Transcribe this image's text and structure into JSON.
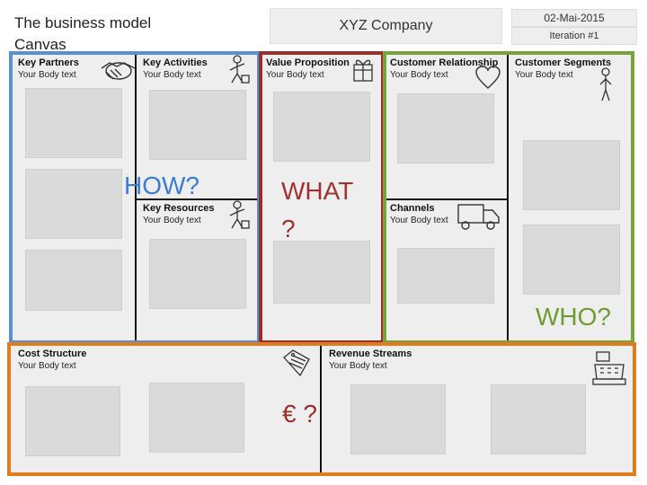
{
  "header": {
    "title": "The business model Canvas",
    "company": "XYZ Company",
    "date": "02-Mai-2015",
    "iteration": "Iteration #1"
  },
  "blocks": {
    "key_partners": {
      "heading": "Key Partners",
      "body": "Your Body text",
      "icon": "handshake-icon"
    },
    "key_activities": {
      "heading": "Key Activities",
      "body": "Your Body text",
      "icon": "worker-icon"
    },
    "key_resources": {
      "heading": "Key Resources",
      "body": "Your Body text",
      "icon": "worker-icon"
    },
    "value_proposition": {
      "heading": "Value Proposition",
      "body": "Your Body text",
      "icon": "gift-icon"
    },
    "customer_relationship": {
      "heading": "Customer Relationship",
      "body": "Your Body text",
      "icon": "heart-icon"
    },
    "channels": {
      "heading": "Channels",
      "body": "Your Body text",
      "icon": "truck-icon"
    },
    "customer_segments": {
      "heading": "Customer Segments",
      "body": "Your Body text",
      "icon": "person-icon"
    },
    "cost_structure": {
      "heading": "Cost Structure",
      "body": "Your Body text",
      "icon": "price-tag-icon"
    },
    "revenue_streams": {
      "heading": "Revenue Streams",
      "body": "Your Body text",
      "icon": "cash-register-icon"
    }
  },
  "callouts": {
    "how": "HOW?",
    "what_line1": "WHAT",
    "what_line2": "?",
    "who": "WHO?",
    "euro": "€ ?"
  },
  "colors": {
    "how_frame": "#5b8fd1",
    "what_frame": "#9b2d2d",
    "who_frame": "#76a33d",
    "cost_frame": "#e07b1f",
    "how_text": "#3b7dd0",
    "what_text": "#a13232",
    "who_text": "#6f9c32",
    "euro_text": "#9b2d2d"
  }
}
